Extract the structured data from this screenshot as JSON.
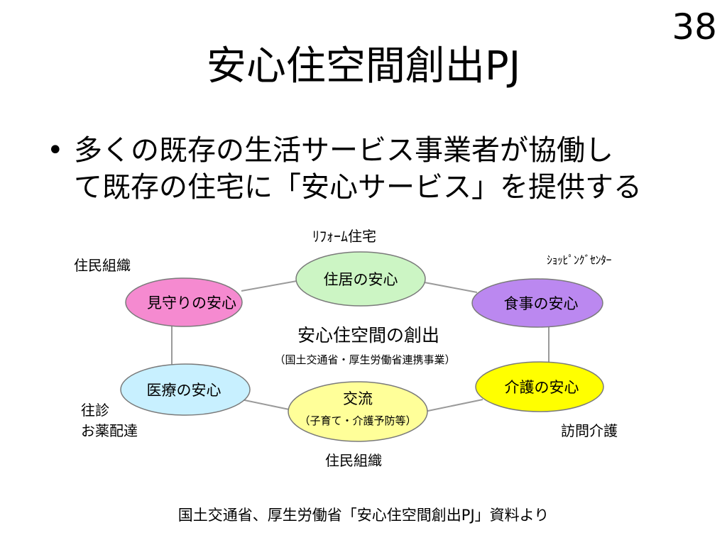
{
  "slide": {
    "page_number": "38",
    "title": "安心住空間創出PJ",
    "bullet_line1": "多くの既存の生活サービス事業者が協働し",
    "bullet_line2": "て既存の住宅に「安心サービス」を提供する",
    "source_note": "国土交通省、厚生労働省「安心住空間創出PJ」資料より"
  },
  "diagram": {
    "center_title": "安心住空間の創出",
    "center_subtitle": "（国土交通省・厚生労働省連携事業）",
    "nodes": {
      "housing": {
        "label": "住居の安心",
        "fill": "#ccf5c4"
      },
      "food": {
        "label": "食事の安心",
        "fill": "#bb88f0"
      },
      "care": {
        "label": "介護の安心",
        "fill": "#ffff00"
      },
      "exchange": {
        "label": "交流",
        "sub": "（子育て・介護予防等）",
        "fill": "#ffff99"
      },
      "medical": {
        "label": "医療の安心",
        "fill": "#c8f0ff"
      },
      "watch": {
        "label": "見守りの安心",
        "fill": "#f58ad0"
      }
    },
    "labels": {
      "reform": "ﾘﾌｫｰﾑ住宅",
      "shopping": "ｼｮｯﾋﾟﾝｸﾞｾﾝﾀｰ",
      "resident_org_top": "住民組織",
      "house_call": "往診",
      "medicine_delivery": "お薬配達",
      "home_care": "訪問介護",
      "resident_org_bottom": "住民組織"
    },
    "colors": {
      "stroke": "#7a7a7a",
      "connector": "#9a9a9a"
    }
  }
}
